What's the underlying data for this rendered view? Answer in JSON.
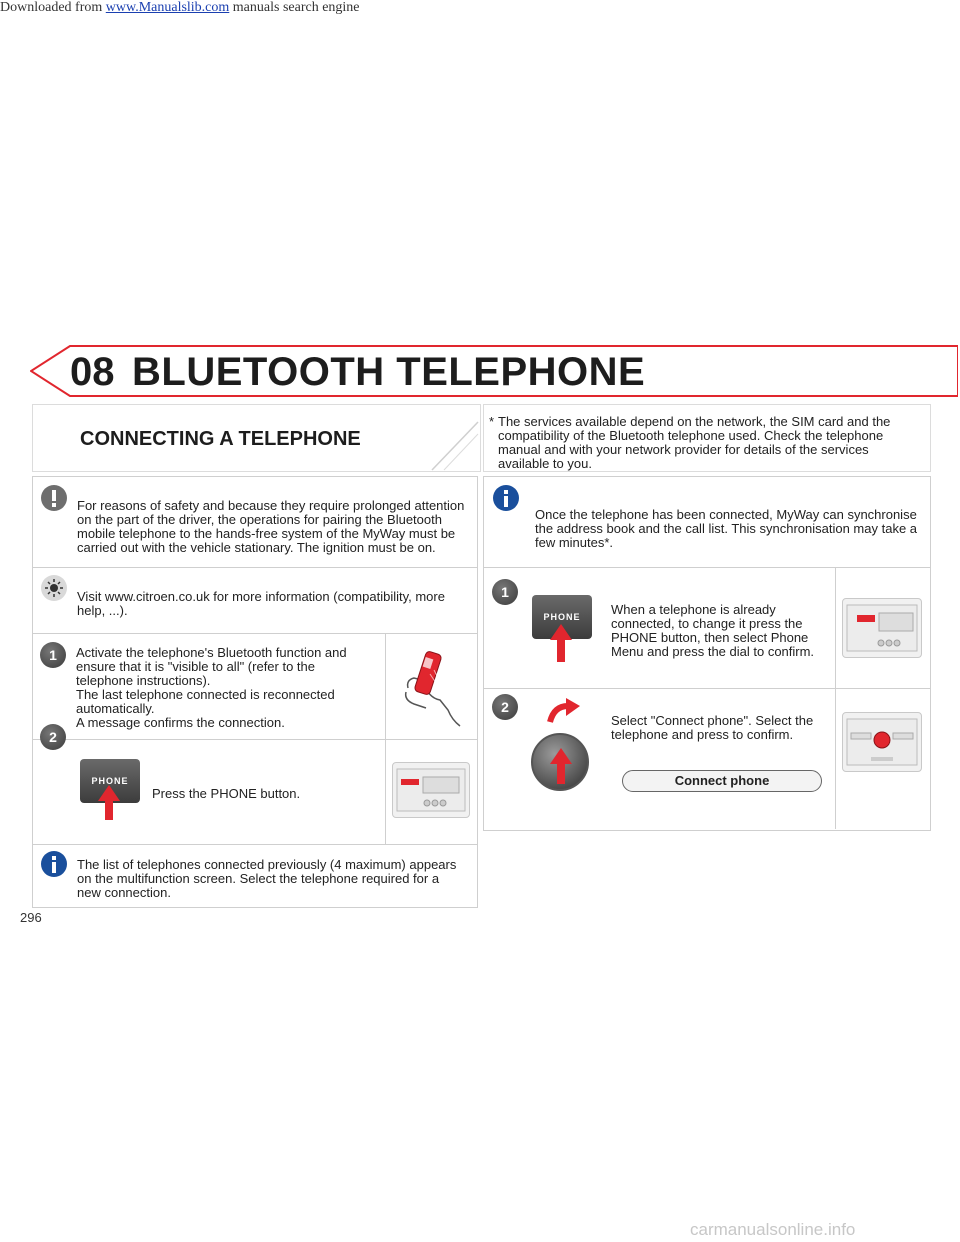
{
  "topnote": {
    "prefix": "Downloaded from ",
    "link": "www.Manualslib.com",
    "suffix": " manuals search engine"
  },
  "header": {
    "chapter": "08",
    "title": "BLUETOOTH TELEPHONE"
  },
  "section": {
    "title": "CONNECTING A TELEPHONE",
    "footnote_star": "*",
    "footnote": "The services available depend on the network, the SIM card and the compatibility of the Bluetooth telephone used. Check the telephone manual and with your network provider for details of the services available to you."
  },
  "left": {
    "warning": "For reasons of safety and because they require prolonged attention on the part of the driver, the operations for pairing the Bluetooth mobile telephone to the hands-free system of the MyWay must be carried out with the vehicle stationary. The ignition must be on.",
    "tip": "Visit www.citroen.co.uk for more information (compatibility, more help, ...).",
    "step1_num": "1",
    "step1_a": "Activate the telephone's Bluetooth function and ensure that it is \"visible to all\" (refer to the telephone instructions).",
    "step1_b": "The last telephone connected is reconnected automatically.",
    "step1_c": "A message confirms the connection.",
    "step2_num": "2",
    "step2_btn": "PHONE",
    "step2": "Press the PHONE button.",
    "info": "The list of telephones connected previously (4 maximum) appears on the multifunction screen. Select the telephone required for a new connection."
  },
  "right": {
    "info": "Once the telephone has been connected, MyWay can synchronise the address book and the call list. This synchronisation may take a few minutes*.",
    "step1_num": "1",
    "step1_btn": "PHONE",
    "step1": "When a telephone is already connected, to change it press the PHONE button, then select Phone Menu and press the dial to confirm.",
    "step2_num": "2",
    "step2": "Select \"Connect phone\". Select the telephone and press to confirm.",
    "connect_label": "Connect phone"
  },
  "page_number": "296",
  "watermark": "carmanualsonline.info",
  "colors": {
    "accent": "#e1262e",
    "info_blue": "#1a4f9c"
  }
}
